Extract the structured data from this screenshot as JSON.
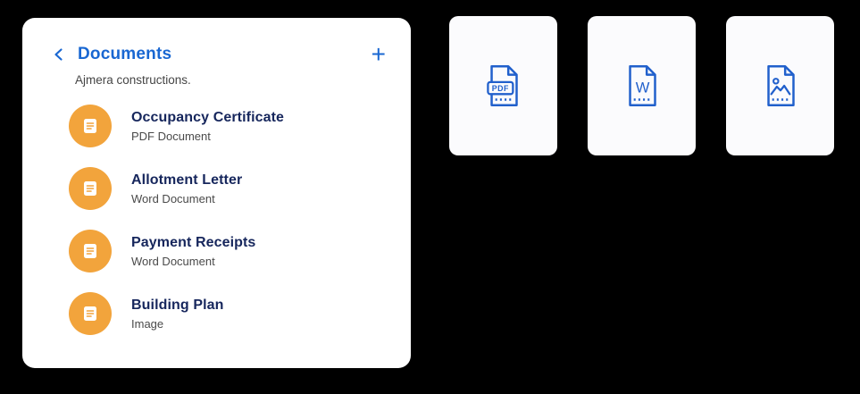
{
  "colors": {
    "page_bg": "#000000",
    "panel_bg": "#FFFFFF",
    "card_bg": "#FBFBFD",
    "accent_blue": "#1967D2",
    "file_icon_blue": "#2160CC",
    "badge_orange": "#F2A43C",
    "title_navy": "#16265C",
    "subtitle_gray": "#4A4A4A"
  },
  "panel": {
    "title": "Documents",
    "add_label": "+",
    "subtitle": "Ajmera constructions.",
    "icons": {
      "back": "chevron-left-icon",
      "add": "plus-icon",
      "item": "document-lines-icon"
    },
    "items": [
      {
        "title": "Occupancy Certificate",
        "type": "PDF Document"
      },
      {
        "title": "Allotment Letter",
        "type": "Word Document"
      },
      {
        "title": "Payment Receipts",
        "type": "Word Document"
      },
      {
        "title": "Building Plan",
        "type": "Image"
      }
    ]
  },
  "file_cards": [
    {
      "kind": "pdf",
      "icon": "pdf-file-icon",
      "badge_label": "PDF"
    },
    {
      "kind": "word",
      "icon": "word-file-icon",
      "badge_label": "W"
    },
    {
      "kind": "image",
      "icon": "image-file-icon",
      "badge_label": ""
    }
  ]
}
